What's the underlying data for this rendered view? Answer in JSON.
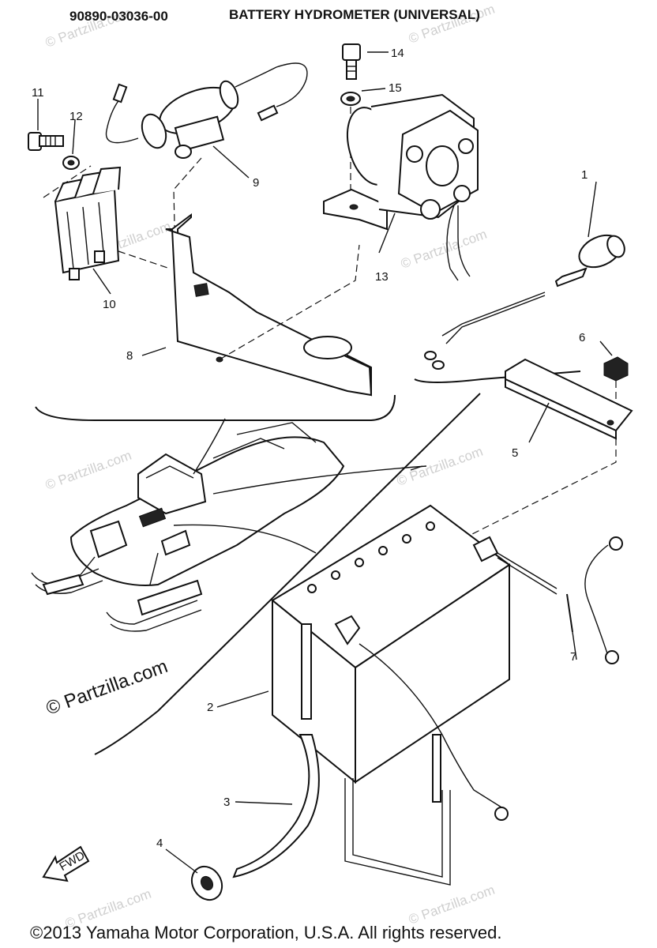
{
  "header": {
    "part_number": "90890-03036-00",
    "title": "BATTERY HYDROMETER (UNIVERSAL)"
  },
  "callouts": [
    "1",
    "2",
    "3",
    "4",
    "5",
    "6",
    "7",
    "8",
    "9",
    "10",
    "11",
    "12",
    "13",
    "14",
    "15"
  ],
  "fwd_label": "FWD",
  "watermarks": {
    "small": "© Partzilla.com",
    "large": "© Partzilla.com"
  },
  "footer": {
    "copyright": "©2013  Yamaha Motor Corporation, U.S.A. All rights reserved."
  },
  "colors": {
    "ink": "#111111",
    "watermark": "#cfcfcf",
    "background": "#ffffff"
  }
}
